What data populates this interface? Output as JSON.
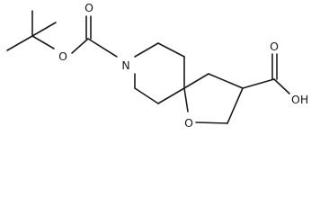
{
  "molecule": {
    "atom_labels": {
      "ester_carbonyl_oxygen": "O",
      "ester_oxygen": "O",
      "ring_nitrogen": "N",
      "ring_oxygen": "O",
      "carboxyl_label": "OH",
      "acid_carbonyl_oxygen": "O"
    }
  },
  "colors": {
    "bond": "#1a1a1a",
    "background": "#ffffff"
  }
}
